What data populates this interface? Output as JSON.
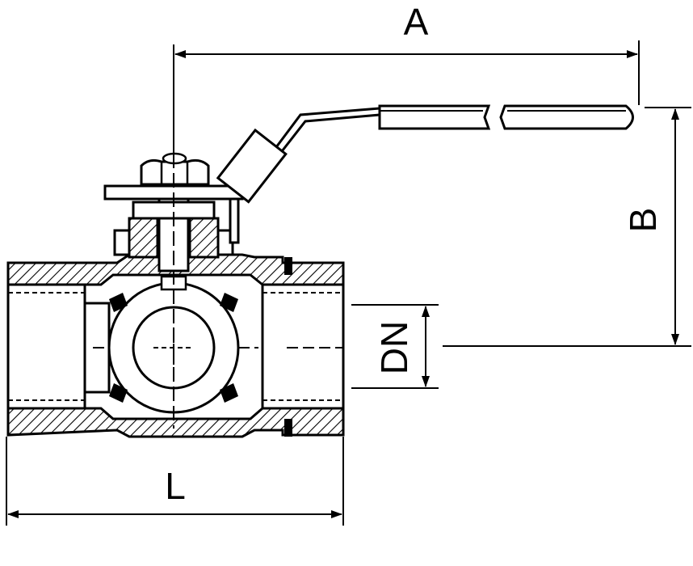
{
  "labels": {
    "dim_a": "A",
    "dim_b": "B",
    "dim_l": "L",
    "dim_dn": "DN"
  },
  "colors": {
    "ink": "#000000",
    "paper": "#ffffff"
  }
}
